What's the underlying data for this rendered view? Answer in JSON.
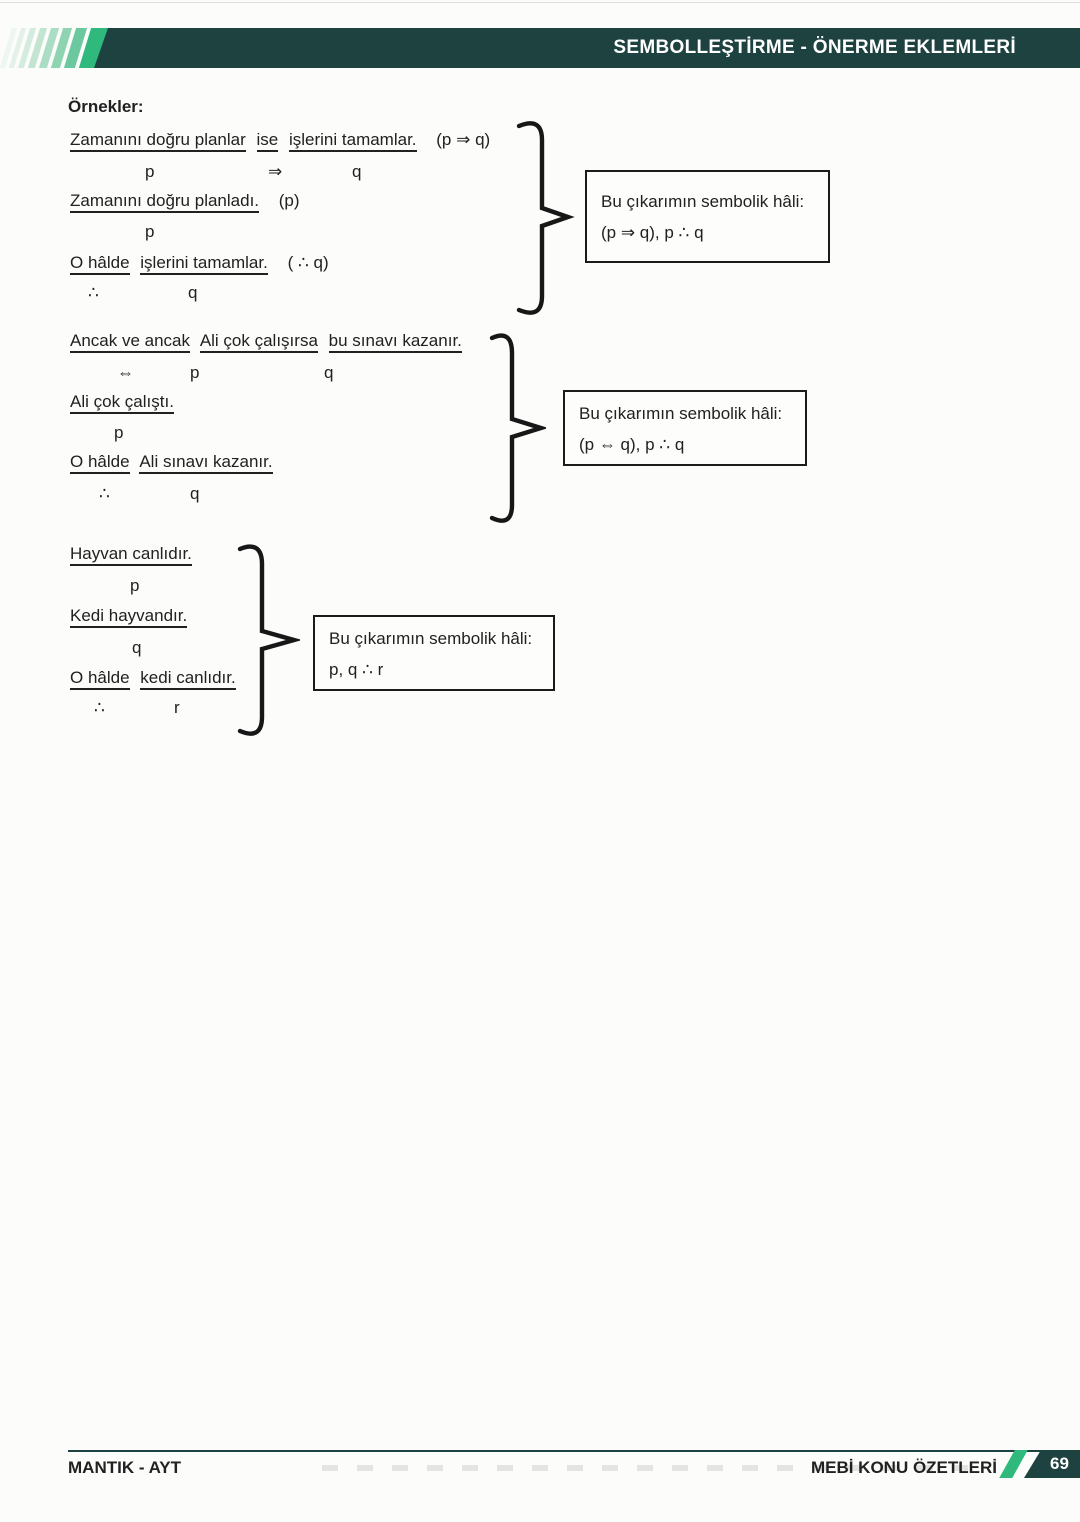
{
  "header": {
    "title": "SEMBOLLEŞTİRME - ÖNERME EKLEMLERİ"
  },
  "section": {
    "heading": "Örnekler:"
  },
  "examples": [
    {
      "premise1": {
        "segments": [
          "Zamanını doğru planlar",
          "ise",
          "işlerini tamamlar."
        ],
        "note": "(p ⇒ q)"
      },
      "premise1_labels": [
        "p",
        "⇒",
        "q"
      ],
      "premise2": {
        "segments": [
          "Zamanını doğru planladı."
        ],
        "note": "(p)"
      },
      "premise2_label": "p",
      "conclusion": {
        "segments": [
          "O hâlde",
          "işlerini tamamlar."
        ],
        "note": "( ∴ q)"
      },
      "conclusion_labels": [
        "∴",
        "q"
      ],
      "callout": {
        "title": "Bu çıkarımın sembolik hâli:",
        "formula": "(p ⇒ q), p ∴ q"
      }
    },
    {
      "premise1": {
        "segments": [
          "Ancak ve ancak",
          "Ali çok çalışırsa",
          "bu sınavı kazanır."
        ],
        "note": ""
      },
      "premise1_labels": [
        "⇔",
        "p",
        "q"
      ],
      "premise2": {
        "segments": [
          "Ali çok çalıştı."
        ],
        "note": ""
      },
      "premise2_label": "p",
      "conclusion": {
        "segments": [
          "O hâlde",
          "Ali sınavı kazanır."
        ],
        "note": ""
      },
      "conclusion_labels": [
        "∴",
        "q"
      ],
      "callout": {
        "title": "Bu çıkarımın sembolik hâli:",
        "formula": "(p ⇔ q), p ∴ q"
      }
    },
    {
      "premise1": {
        "segments": [
          "Hayvan canlıdır."
        ],
        "note": ""
      },
      "premise1_labels": [
        "p"
      ],
      "premise2": {
        "segments": [
          "Kedi hayvandır."
        ],
        "note": ""
      },
      "premise2_label": "q",
      "conclusion": {
        "segments": [
          "O hâlde",
          "kedi canlıdır."
        ],
        "note": ""
      },
      "conclusion_labels": [
        "∴",
        "r"
      ],
      "callout": {
        "title": "Bu çıkarımın sembolik hâli:",
        "formula": "p, q ∴ r"
      }
    }
  ],
  "footer": {
    "left": "MANTIK - AYT",
    "right": "MEBİ KONU ÖZETLERİ",
    "page": "69"
  },
  "colors": {
    "brand_dark": "#1d4240",
    "brand_green": "#2fb97d"
  }
}
